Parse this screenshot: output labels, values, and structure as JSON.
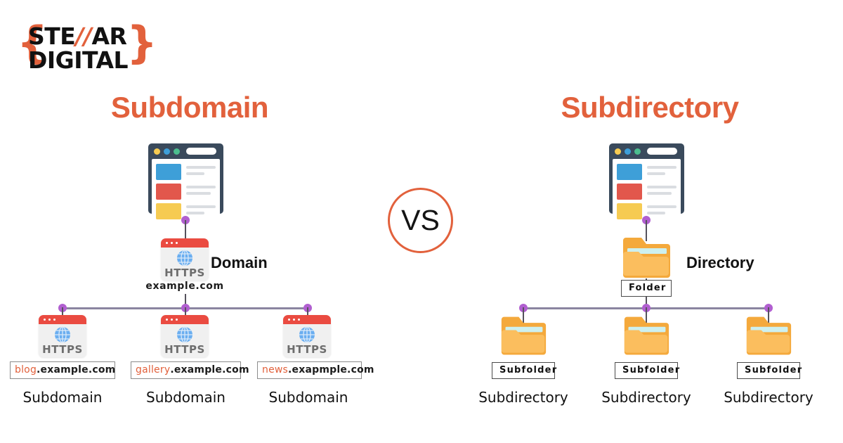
{
  "brand": {
    "open_brace": "{",
    "close_brace": "}",
    "line1_pre": "STE",
    "line1_slashes": "//",
    "line1_post": "AR",
    "line2": "DIGITAL"
  },
  "colors": {
    "accent_orange": "#e2613c",
    "connector_purple": "#b15fd0",
    "connector_line": "#8a85a0",
    "browser_frame": "#3a4a5c",
    "folder_amber": "#f8b64c",
    "https_red": "#ea4b41"
  },
  "vs_label": "VS",
  "left": {
    "heading": "Subdomain",
    "root_icon": "browser-window-icon",
    "domain_icon": "https-globe-icon",
    "domain_side_label": "Domain",
    "domain_url": "example.com",
    "children": [
      {
        "icon": "https-globe-icon",
        "url_sub": "blog",
        "url_rest": ".example.com",
        "caption": "Subdomain"
      },
      {
        "icon": "https-globe-icon",
        "url_sub": "gallery",
        "url_rest": ".example.com",
        "caption": "Subdomain"
      },
      {
        "icon": "https-globe-icon",
        "url_sub": "news",
        "url_rest": ".exapmple.com",
        "caption": "Subdomain"
      }
    ]
  },
  "right": {
    "heading": "Subdirectory",
    "root_icon": "browser-window-icon",
    "directory_icon": "folder-icon",
    "directory_side_label": "Directory",
    "directory_box_label": "Folder",
    "children": [
      {
        "icon": "folder-icon",
        "box_label": "Subfolder",
        "caption": "Subdirectory"
      },
      {
        "icon": "folder-icon",
        "box_label": "Subfolder",
        "caption": "Subdirectory"
      },
      {
        "icon": "folder-icon",
        "box_label": "Subfolder",
        "caption": "Subdirectory"
      }
    ]
  },
  "https_text": "HTTPS"
}
